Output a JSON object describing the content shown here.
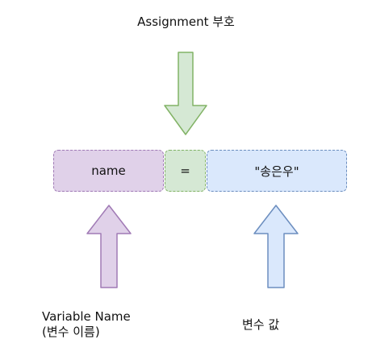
{
  "labels": {
    "assignment": "Assignment 부호",
    "variable_name_line1": "Variable Name",
    "variable_name_line2": "(변수 이름)",
    "variable_value": "변수 값"
  },
  "boxes": {
    "name": "name",
    "operator": "=",
    "value": "\"송은우\""
  },
  "colors": {
    "purple_fill": "#e0d1e9",
    "purple_stroke": "#a07ab5",
    "green_fill": "#d5e8d4",
    "green_stroke": "#82b366",
    "blue_fill": "#dae8fc",
    "blue_stroke": "#6c8ebf"
  }
}
